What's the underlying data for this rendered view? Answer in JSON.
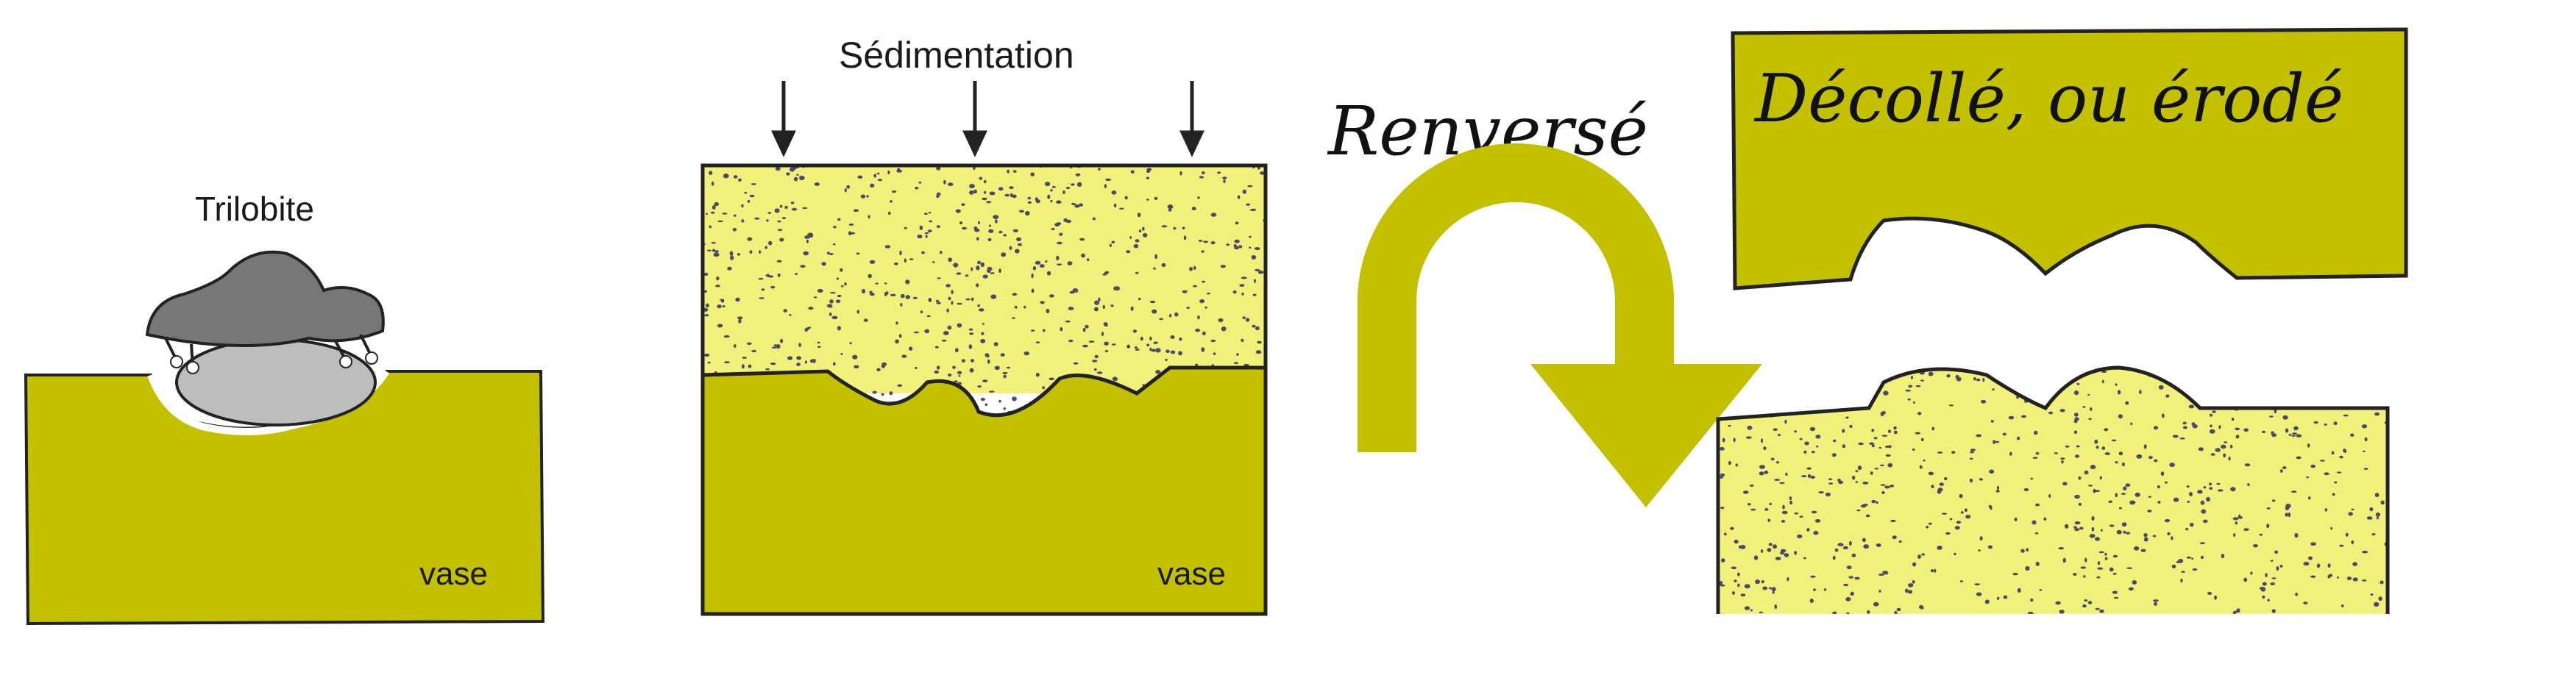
{
  "panels": [
    {
      "id": "panel-1",
      "labels": {
        "organism": "Trilobite",
        "ground": "vase"
      }
    },
    {
      "id": "panel-2",
      "labels": {
        "process": "Sédimentation",
        "ground": "vase"
      }
    },
    {
      "id": "panel-3",
      "labels": {
        "action": "Renversé"
      }
    },
    {
      "id": "panel-4",
      "labels": {
        "result": "Décollé, ou érodé"
      }
    }
  ],
  "colors": {
    "mud": "#c2c000",
    "sediment": "#f1f07a",
    "sediment_dots": "#4a4a6a",
    "trilobite_dark": "#777777",
    "trilobite_light": "#bdbdbd",
    "outline": "#222222",
    "arrow": "#c2c000"
  }
}
